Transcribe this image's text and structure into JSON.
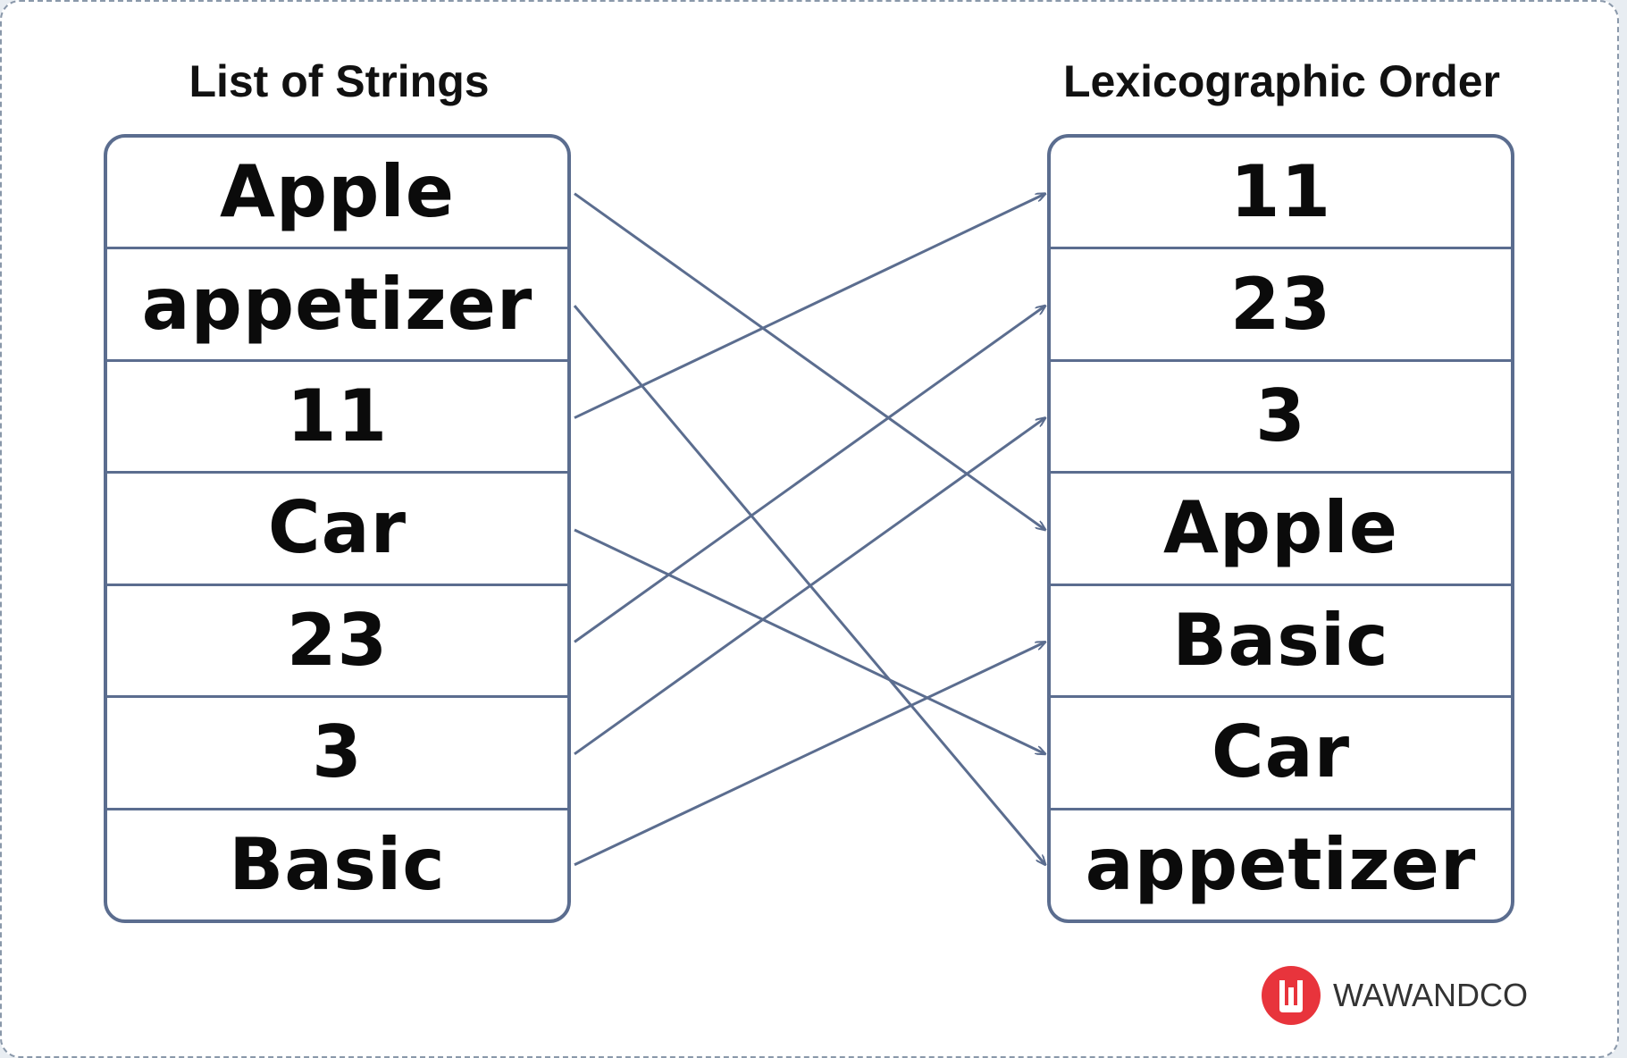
{
  "left_list": {
    "title": "List of Strings",
    "items": [
      "Apple",
      "appetizer",
      "11",
      "Car",
      "23",
      "3",
      "Basic"
    ]
  },
  "right_list": {
    "title": "Lexicographic Order",
    "items": [
      "11",
      "23",
      "3",
      "Apple",
      "Basic",
      "Car",
      "appetizer"
    ]
  },
  "connections": [
    {
      "from": 0,
      "to": 3
    },
    {
      "from": 1,
      "to": 6
    },
    {
      "from": 2,
      "to": 0
    },
    {
      "from": 3,
      "to": 5
    },
    {
      "from": 4,
      "to": 1
    },
    {
      "from": 5,
      "to": 2
    },
    {
      "from": 6,
      "to": 4
    }
  ],
  "colors": {
    "box_border": "#5b6d8f",
    "connector": "#5b6d8f",
    "text": "#0b0b0b",
    "logo_red": "#e8343c"
  },
  "logo": {
    "icon": "wawandco-logo-icon",
    "text": "WAWANDCO"
  }
}
